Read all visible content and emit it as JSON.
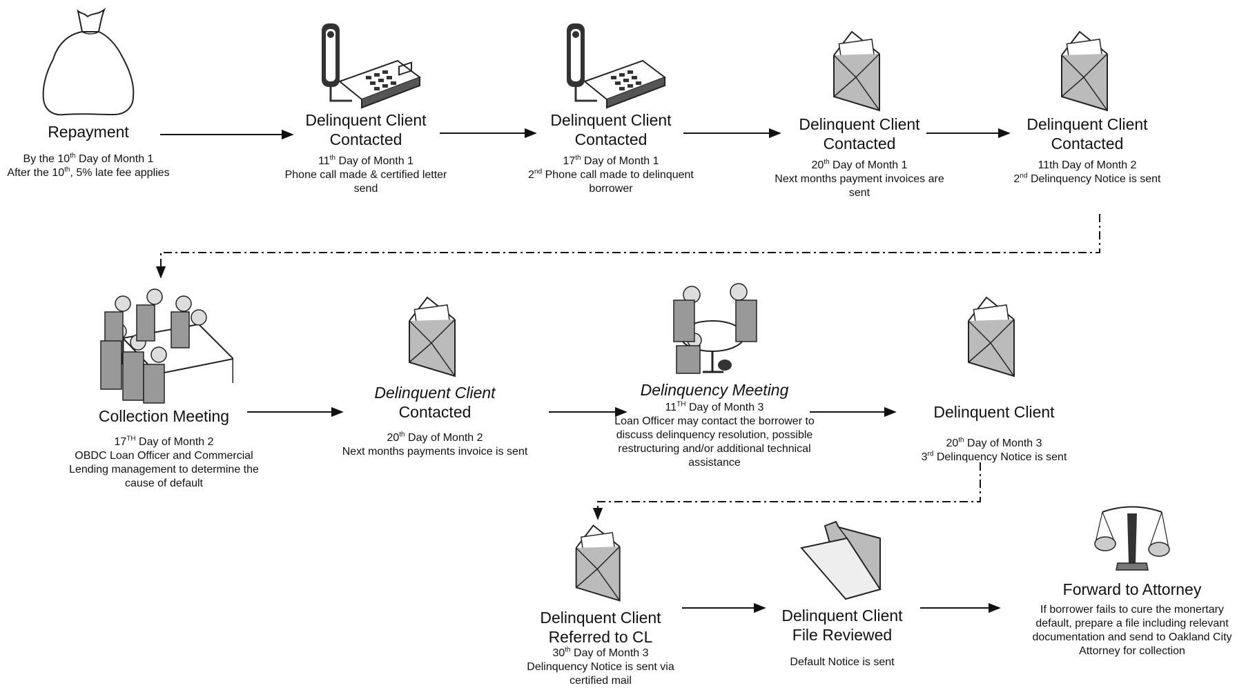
{
  "nodes": [
    {
      "id": "repayment",
      "title": "Repayment",
      "desc": [
        [
          "By the 10",
          "th",
          " Day of Month 1"
        ],
        [
          "After the 10",
          "th",
          ", 5% late fee applies"
        ]
      ]
    },
    {
      "id": "contacted-1",
      "title": "Delinquent Client Contacted",
      "desc": [
        [
          "11",
          "th",
          " Day of Month 1"
        ],
        [
          "Phone call made & certified letter send",
          "",
          ""
        ]
      ]
    },
    {
      "id": "contacted-2",
      "title": "Delinquent Client Contacted",
      "desc": [
        [
          "17",
          "th",
          " Day of Month 1"
        ],
        [
          "2",
          "nd",
          " Phone call made to delinquent borrower"
        ]
      ]
    },
    {
      "id": "contacted-3",
      "title": "Delinquent Client Contacted",
      "desc": [
        [
          "20",
          "th",
          " Day of Month 1"
        ],
        [
          "Next months payment invoices are sent",
          "",
          ""
        ]
      ]
    },
    {
      "id": "contacted-4",
      "title": "Delinquent Client Contacted",
      "desc": [
        [
          "11th  Day of Month 2",
          "",
          ""
        ],
        [
          "2",
          "nd",
          " Delinquency Notice is sent"
        ]
      ]
    },
    {
      "id": "collection-meeting",
      "title": "Collection Meeting",
      "desc": [
        [
          "17",
          "TH",
          " Day of Month 2"
        ],
        [
          "OBDC Loan Officer and Commercial Lending management to determine the cause of default",
          "",
          ""
        ]
      ]
    },
    {
      "id": "contacted-5",
      "title": "Delinquent Client Contacted",
      "desc": [
        [
          "20",
          "th",
          " Day of Month 2"
        ],
        [
          "Next months payments invoice is sent",
          "",
          ""
        ]
      ]
    },
    {
      "id": "delinquency-meeting",
      "title": "Delinquency Meeting",
      "desc": [
        [
          "11",
          "TH",
          " Day of Month 3"
        ],
        [
          "Loan Officer may contact the borrower to discuss delinquency resolution, possible restructuring and/or additional technical assistance",
          "",
          ""
        ]
      ]
    },
    {
      "id": "delinquent-client",
      "title": "Delinquent Client",
      "desc": [
        [
          "20",
          "th",
          " Day of Month 3"
        ],
        [
          "3",
          "rd",
          " Delinquency Notice is sent"
        ]
      ]
    },
    {
      "id": "referred-cl",
      "title": "Delinquent Client Referred to CL",
      "desc": [
        [
          "30",
          "th",
          " Day of Month 3"
        ],
        [
          "Delinquency Notice is sent via certified mail",
          "",
          ""
        ]
      ]
    },
    {
      "id": "file-reviewed",
      "title": "Delinquent Client File Reviewed",
      "desc": [
        [
          "Default Notice is sent",
          "",
          ""
        ]
      ]
    },
    {
      "id": "attorney",
      "title": "Forward to Attorney",
      "desc": [
        [
          "If borrower fails to cure the monertary default, prepare a file including relevant documentation and send to Oakland City Attorney for collection",
          "",
          ""
        ]
      ]
    }
  ]
}
